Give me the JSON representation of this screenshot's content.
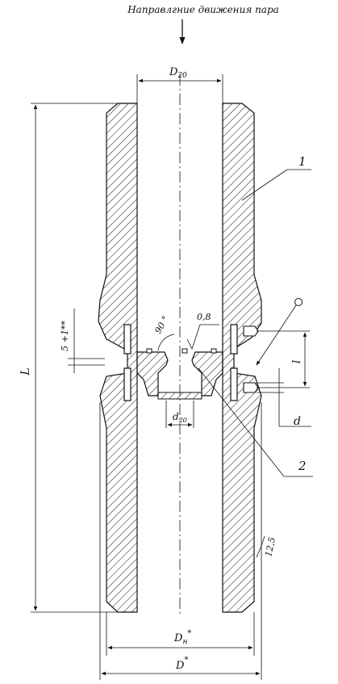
{
  "header": {
    "title": "Направлгние движения пара"
  },
  "labels": {
    "d_top": "D",
    "d_top_sub": "20",
    "length": "L",
    "part1": "1",
    "part2": "2",
    "angle": "90 °",
    "roughness_inner": "0,8",
    "gap": "5 +1**",
    "l_dim": "l",
    "d_small": "d",
    "d_orifice": "d",
    "d_orifice_sub": "20",
    "roughness_outer": "12,5",
    "d_outer_n": "D",
    "d_outer_n_sub": "н",
    "d_outer_n_star": "*",
    "d_outer": "D",
    "d_outer_star": "*"
  },
  "colors": {
    "ink": "#111111",
    "paper": "#ffffff"
  }
}
